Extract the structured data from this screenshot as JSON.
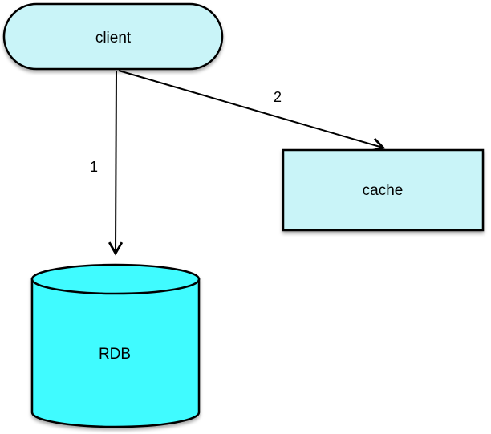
{
  "diagram": {
    "nodes": [
      {
        "id": "client",
        "label": "client",
        "shape": "stadium"
      },
      {
        "id": "cache",
        "label": "cache",
        "shape": "rectangle"
      },
      {
        "id": "rdb",
        "label": "RDB",
        "shape": "cylinder"
      }
    ],
    "edges": [
      {
        "label": "1",
        "from": "client",
        "to": "rdb"
      },
      {
        "label": "2",
        "from": "client",
        "to": "cache"
      }
    ],
    "colors": {
      "node_fill": "#c9f4f8",
      "database_fill": "#40fbff",
      "stroke": "#000000",
      "text": "#000000",
      "background": "#ffffff"
    }
  }
}
